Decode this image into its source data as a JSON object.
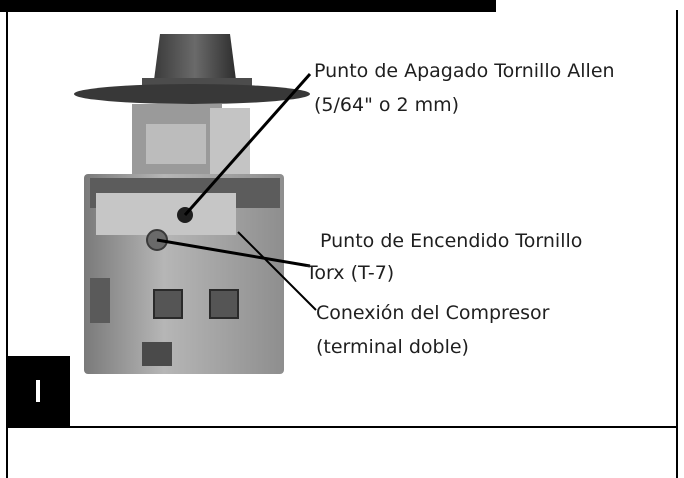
{
  "callouts": {
    "off_point": {
      "line1": "Punto de Apagado Tornillo Allen",
      "line2": "(5/64\" o 2 mm)"
    },
    "on_point": {
      "line1": "Punto de Encendido Tornillo",
      "line2": "Torx (T-7)"
    },
    "compressor": {
      "line1": "Conexión del Compresor",
      "line2": "(terminal doble)"
    }
  },
  "colors": {
    "frame": "#000000",
    "text": "#1f1f1f",
    "photo_body": "#a8a8a8",
    "photo_dark": "#4a4a4a"
  }
}
